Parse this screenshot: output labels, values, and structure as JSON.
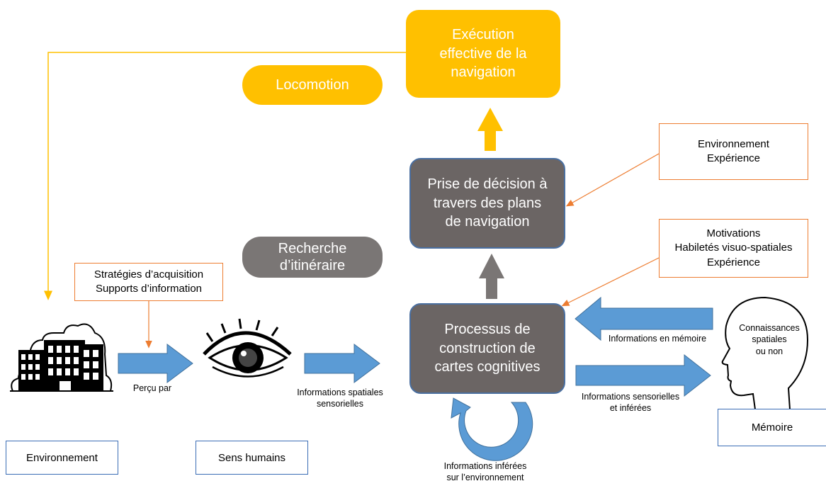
{
  "nodes": {
    "execution": "Exécution\neffective de la\nnavigation",
    "locomotion": "Locomotion",
    "decision": "Prise de décision à\ntravers des plans\nde navigation",
    "recherche": "Recherche\nd’itinéraire",
    "processus": "Processus de\nconstruction de\ncartes cognitives",
    "env_exp": "Environnement\nExpérience",
    "motivations": "Motivations\nHabiletés visuo-spatiales\nExpérience",
    "strategies": "Stratégies d’acquisition\nSupports d’information",
    "environnement": "Environnement",
    "sens_humains": "Sens humains",
    "memoire": "Mémoire",
    "connaissances": "Connaissances\nspatiales\nou non"
  },
  "edge_labels": {
    "percu_par": "Perçu par",
    "info_spatiales": "Informations spatiales\nsensorielles",
    "info_memoire": "Informations en mémoire",
    "info_sensorielles": "Informations sensorielles\net inférées",
    "info_inferees": "Informations inférées\nsur l’environnement"
  },
  "icons": [
    "building-icon",
    "eye-icon",
    "head-icon"
  ],
  "colors": {
    "gold": "#ffc000",
    "dark_gray": "#6b6564",
    "blue_arrow": "#5b9bd5",
    "orange_line": "#ed7d31"
  }
}
